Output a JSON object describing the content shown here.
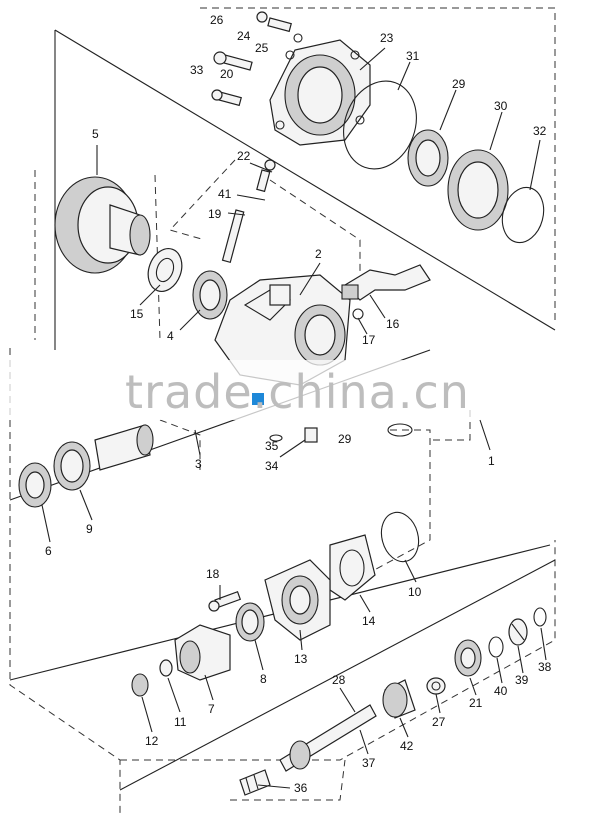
{
  "diagram": {
    "callouts": [
      "1",
      "2",
      "3",
      "4",
      "5",
      "6",
      "7",
      "8",
      "9",
      "10",
      "11",
      "12",
      "13",
      "14",
      "15",
      "16",
      "17",
      "18",
      "19",
      "20",
      "21",
      "22",
      "23",
      "24",
      "25",
      "26",
      "27",
      "28",
      "29",
      "29",
      "30",
      "31",
      "32",
      "33",
      "34",
      "35",
      "36",
      "37",
      "38",
      "39",
      "40",
      "41",
      "42"
    ]
  },
  "watermark": {
    "text": "trade.china.cn"
  },
  "colors": {
    "line": "#222222",
    "watermark": "#bdbdbd",
    "accent": "#1e88d8"
  }
}
